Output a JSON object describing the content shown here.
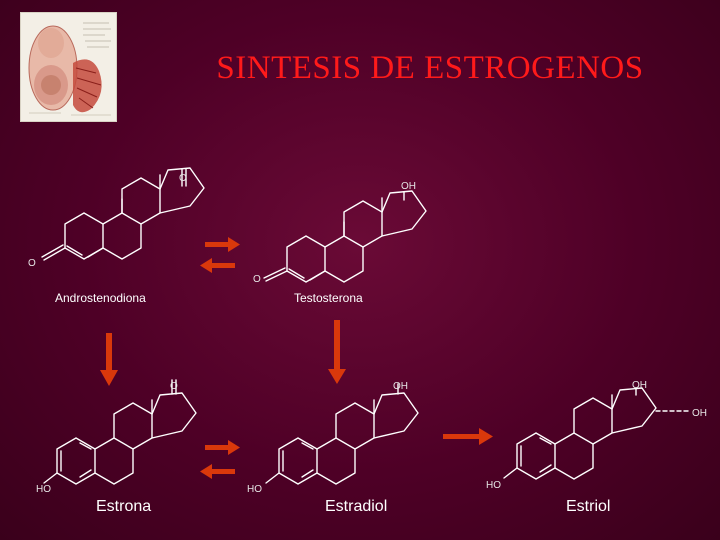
{
  "slide": {
    "title": "SINTESIS DE ESTROGENOS",
    "thumbnail_icon": "anatomy-illustration-icon"
  },
  "molecules": {
    "androstenodiona": {
      "name": "Androstenodiona",
      "top_group": "O",
      "bottom_group": "O"
    },
    "testosterona": {
      "name": "Testosterona",
      "top_group": "OH",
      "bottom_group": "O"
    },
    "estrona": {
      "name": "Estrona",
      "top_group": "O",
      "bottom_group": "HO"
    },
    "estradiol": {
      "name": "Estradiol",
      "top_group": "OH",
      "bottom_group": "HO"
    },
    "estriol": {
      "name": "Estriol",
      "top_group": "OH",
      "side_group": "OH",
      "bottom_group": "HO"
    }
  },
  "colors": {
    "title": "#ff1a1a",
    "arrow": "#d9380b",
    "bond": "#ffffff",
    "background": "#55002a"
  }
}
